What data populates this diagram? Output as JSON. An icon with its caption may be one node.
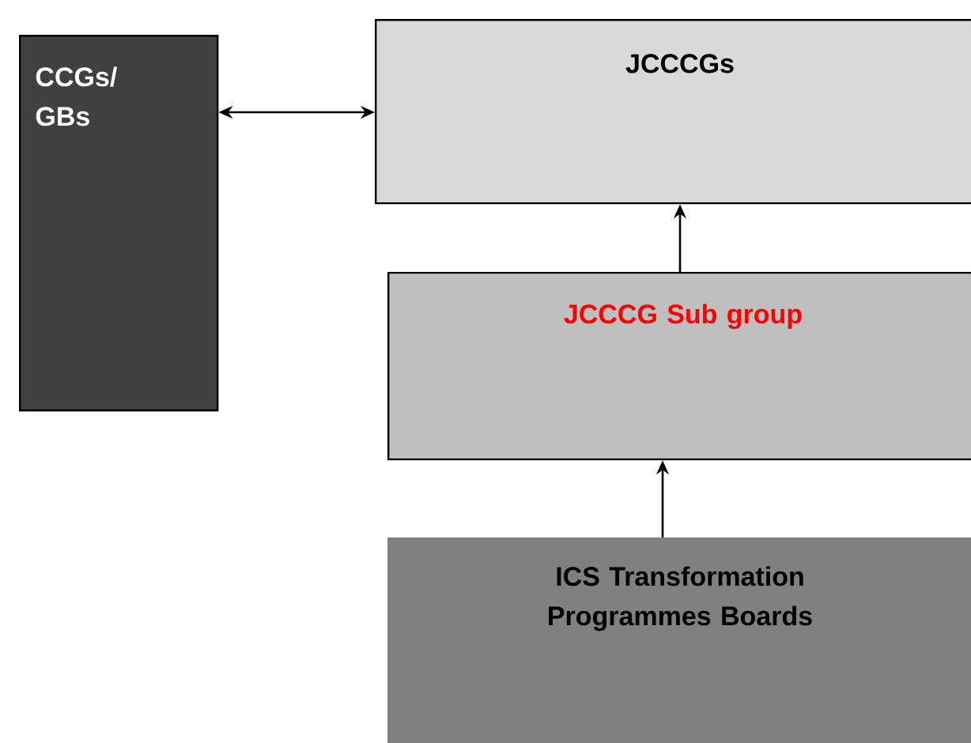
{
  "diagram": {
    "nodes": [
      {
        "text": [
          "CCGs/ GBs"
        ]
      },
      {
        "text": [
          "JCCCGs"
        ]
      },
      {
        "text": [
          "JCCCG Sub group"
        ]
      },
      {
        "text": [
          "ICS Transformation Programmes Boards"
        ]
      }
    ],
    "edges": [
      {
        "from": 0,
        "to": 1,
        "arrow": "both"
      },
      {
        "from": 2,
        "to": 1,
        "arrow": "to"
      },
      {
        "from": 3,
        "to": 2,
        "arrow": "to"
      }
    ]
  }
}
